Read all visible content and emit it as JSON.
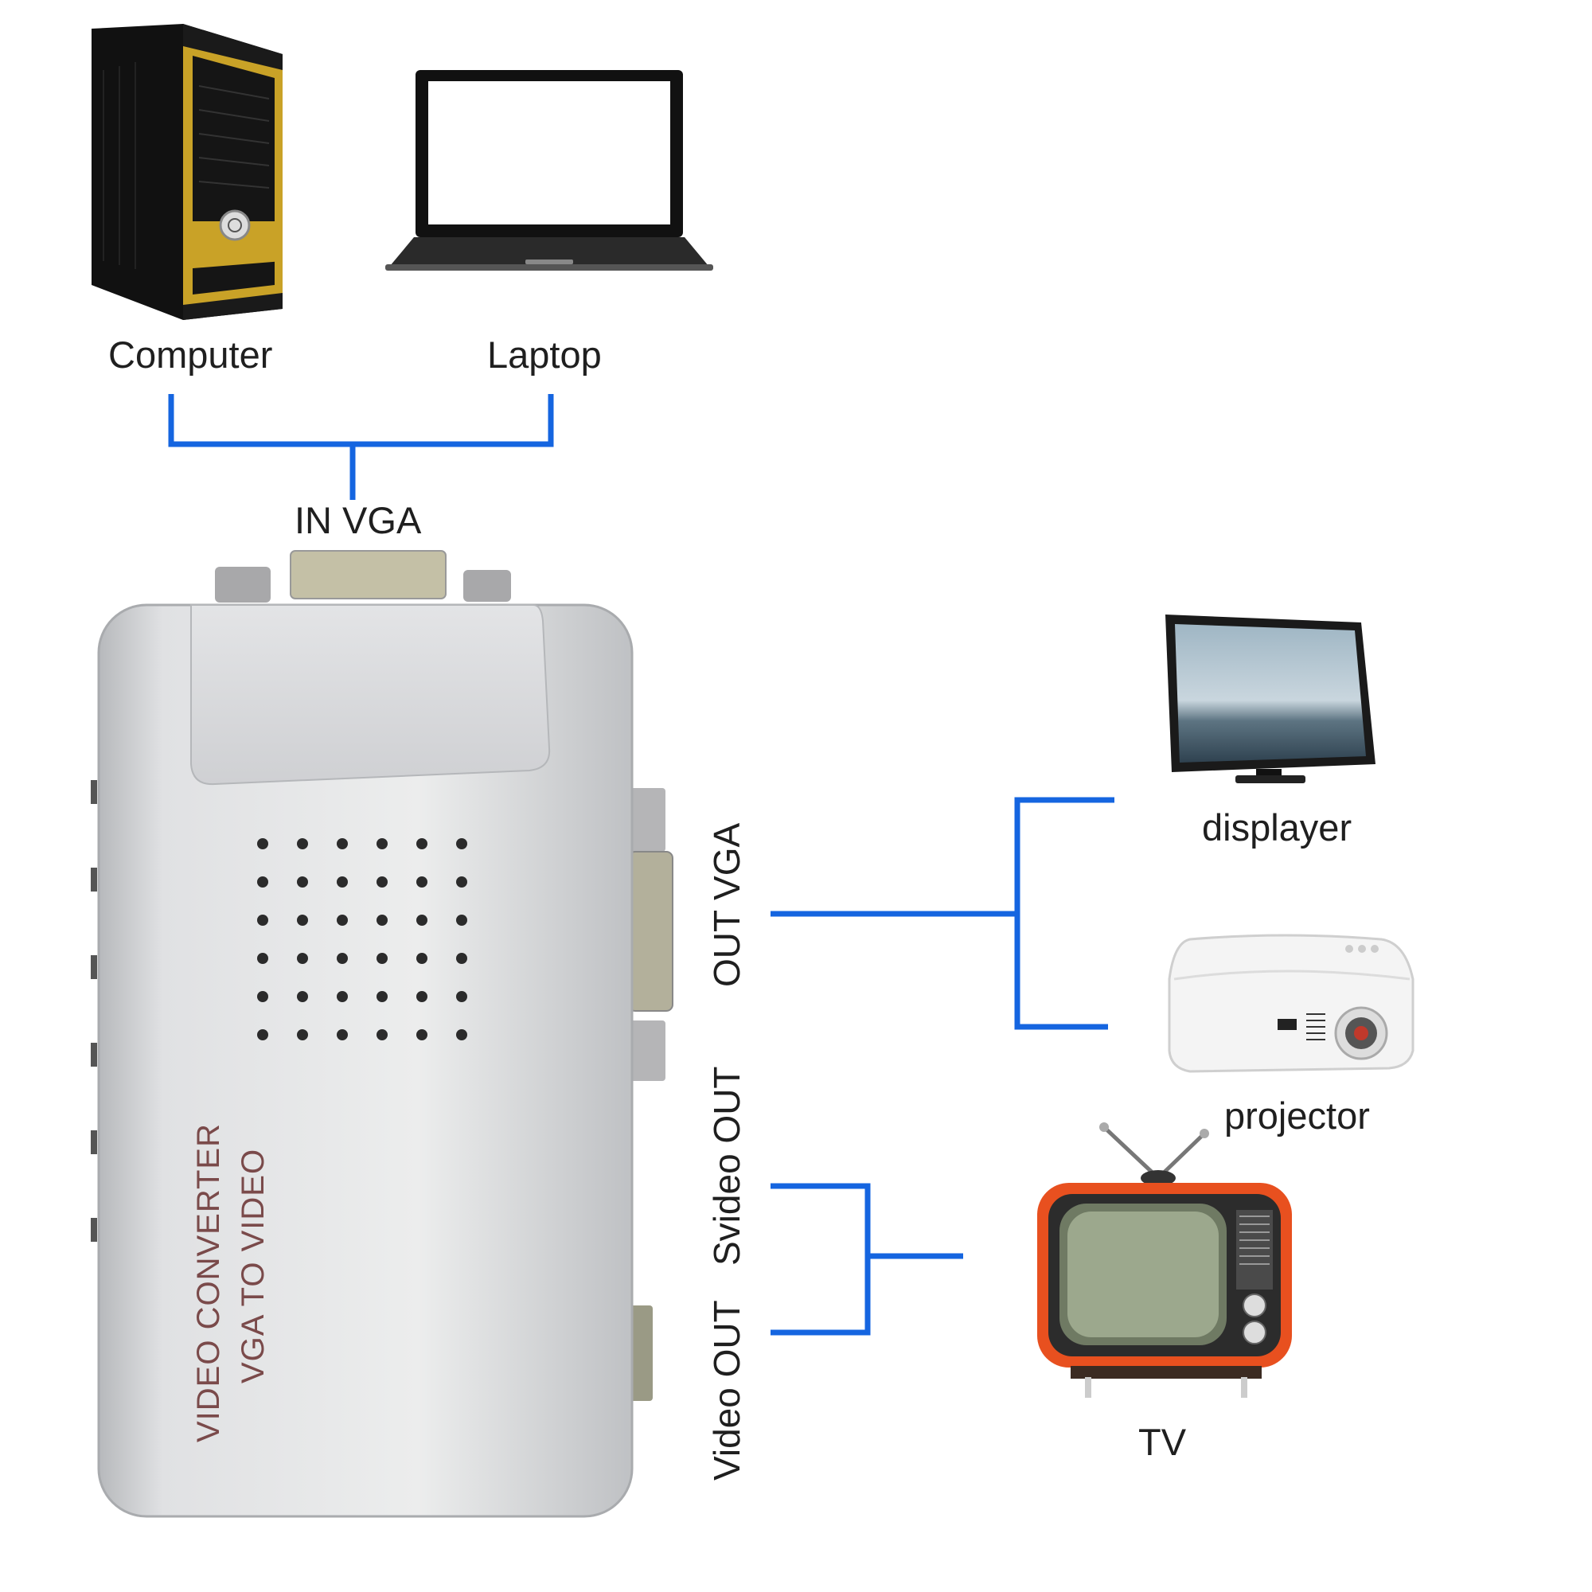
{
  "sources": {
    "computer_label": "Computer",
    "laptop_label": "Laptop"
  },
  "ports": {
    "in_vga": "IN VGA",
    "out_vga": "OUT VGA",
    "svideo_out": "Svideo OUT",
    "video_out": "Video OUT"
  },
  "device": {
    "line1": "VIDEO CONVERTER",
    "line2": "VGA TO VIDEO"
  },
  "outputs": {
    "displayer_label": "displayer",
    "projector_label": "projector",
    "tv_label": "TV"
  },
  "colors": {
    "connector_line": "#1565e0",
    "device_body": "#d9dadc",
    "tv_frame": "#e8501f"
  },
  "icons": [
    "computer-tower-icon",
    "laptop-icon",
    "monitor-icon",
    "projector-icon",
    "tv-icon",
    "vga-converter-device"
  ]
}
